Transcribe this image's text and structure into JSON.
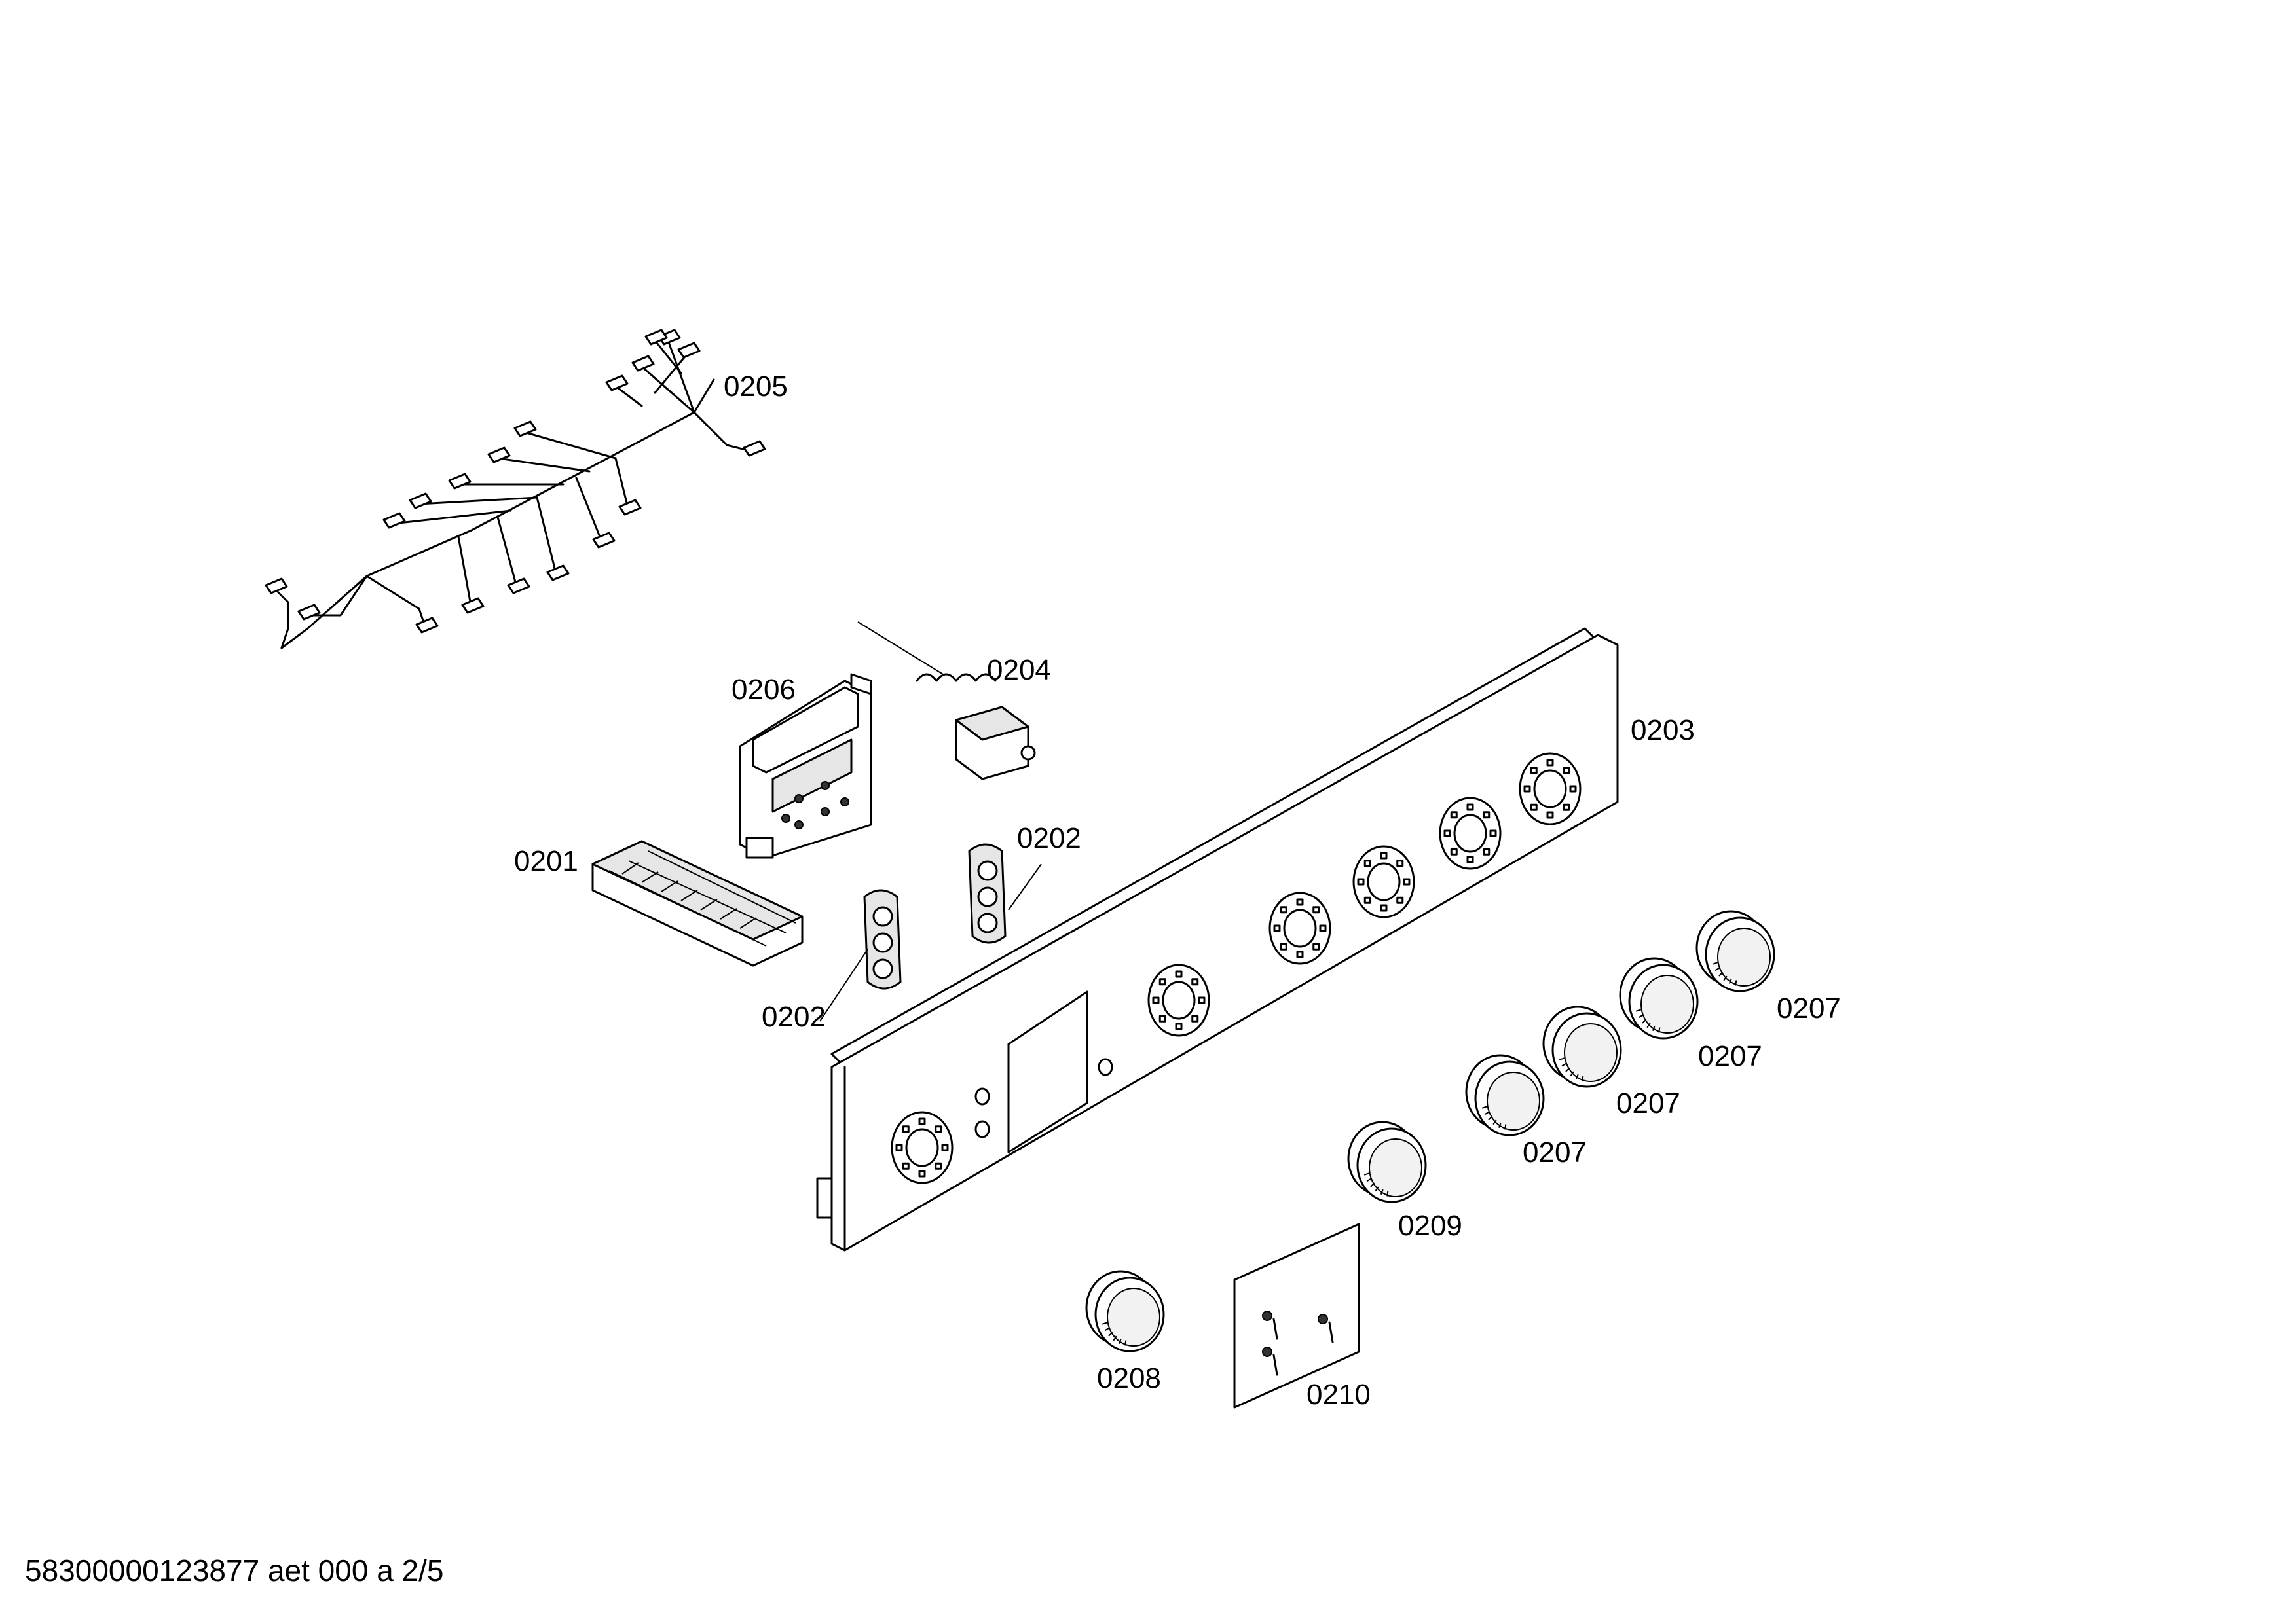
{
  "diagram": {
    "part_labels": {
      "p0201": "0201",
      "p0202a": "0202",
      "p0202b": "0202",
      "p0203": "0203",
      "p0204": "0204",
      "p0205": "0205",
      "p0206": "0206",
      "p0207a": "0207",
      "p0207b": "0207",
      "p0207c": "0207",
      "p0207d": "0207",
      "p0208": "0208",
      "p0209": "0209",
      "p0210": "0210"
    }
  },
  "footer": {
    "text": "58300000123877 aet 000 a 2/5"
  }
}
